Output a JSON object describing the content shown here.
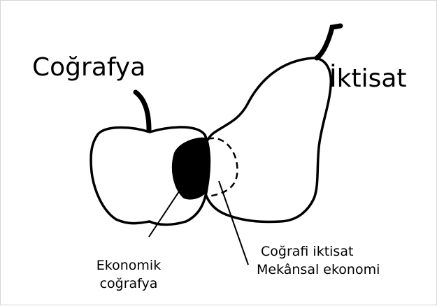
{
  "labels": {
    "geography": "Coğrafya",
    "economics": "İktisat",
    "economic_geography_line1": "Ekonomik",
    "economic_geography_line2": "coğrafya",
    "geographic_economics_line1": "Coğrafi iktisat",
    "geographic_economics_line2": "Mekânsal ekonomi"
  },
  "colors": {
    "stroke": "#000000",
    "background": "#ffffff",
    "overlap_fill": "#000000"
  }
}
